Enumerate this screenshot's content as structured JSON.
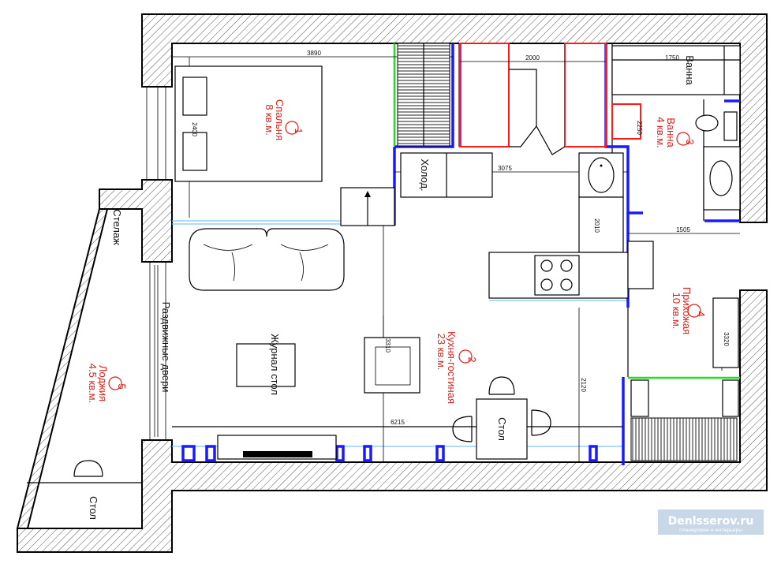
{
  "rooms": {
    "bedroom": {
      "num": "1",
      "name": "Спальня",
      "area": "8 кв.м."
    },
    "kitchen": {
      "num": "2",
      "name": "Кухня-гостиная",
      "area": "23 кв.м."
    },
    "bath": {
      "num": "3",
      "name": "Ванна",
      "area": "4 кв.м."
    },
    "hall": {
      "num": "4",
      "name": "Прихожая",
      "area": "10 кв.м."
    },
    "loggia": {
      "num": "5",
      "name": "Лоджия",
      "area": "4.5 кв.м."
    }
  },
  "labels": {
    "shelf": "Стелаж",
    "sliding_doors": "Раздвижные двери",
    "coffee_table": "Журнал стол",
    "fridge": "Холод.",
    "bathtub": "Ванна",
    "table_kitchen": "Стол",
    "table_loggia": "Стол"
  },
  "dims": {
    "d3890": "3890",
    "d2000": "2000",
    "d1750": "1750",
    "d3075": "3075",
    "d2400": "2400",
    "d2010": "2010",
    "d1505": "1505",
    "d3320": "3320",
    "d3310": "3310",
    "d2120": "2120",
    "d6215": "6215",
    "d2250": "2250"
  },
  "watermark": {
    "site": "Denlsserov.ru",
    "tagline": "планировки и интерьеры"
  },
  "colors": {
    "wall_line": "#000000",
    "partition_blue": "#1a1aff",
    "cabinet_red": "#ff1a1a",
    "door_green": "#22dd22",
    "label_red": "#e0201c",
    "watermark_bg": "#c9d8e8"
  }
}
